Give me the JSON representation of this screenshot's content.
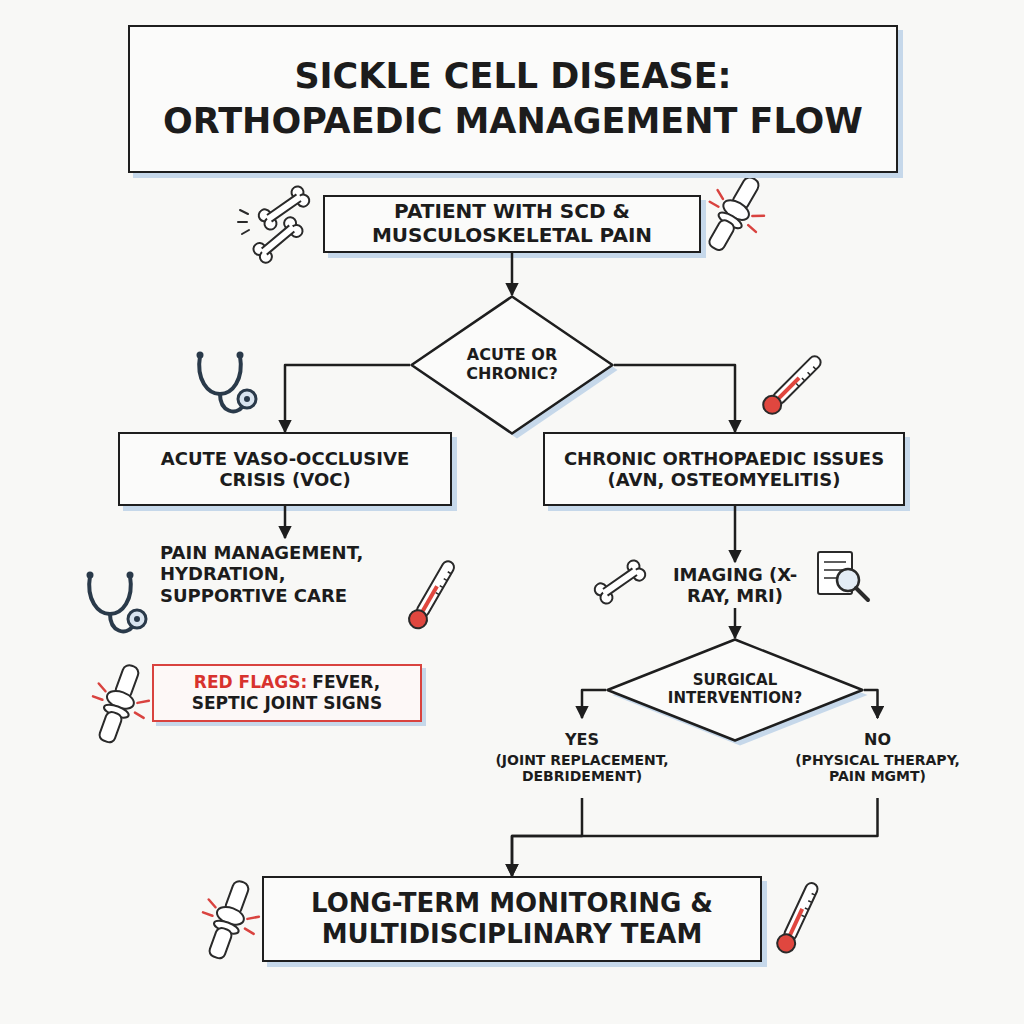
{
  "diagram": {
    "title": "SICKLE CELL DISEASE: ORTHOPAEDIC MANAGEMENT FLOW",
    "nodes": [
      {
        "text": [
          "PATIENT WITH SCD & MUSCULOSKELETAL PAIN"
        ]
      },
      {
        "text": [
          "ACUTE OR CHRONIC?"
        ]
      },
      {
        "text": [
          "ACUTE VASO-OCCLUSIVE CRISIS (VOC)"
        ]
      },
      {
        "text": [
          "CHRONIC ORTHOPAEDIC ISSUES (AVN, OSTEOMYELITIS)"
        ]
      },
      {
        "text": [
          "PAIN MANAGEMENT, HYDRATION, SUPPORTIVE CARE"
        ]
      },
      {
        "text": [
          "RED FLAGS:",
          "FEVER, SEPTIC JOINT SIGNS"
        ]
      },
      {
        "text": [
          "IMAGING (X-RAY, MRI)"
        ]
      },
      {
        "text": [
          "SURGICAL INTERVENTION?"
        ]
      },
      {
        "text": [
          "YES",
          "(JOINT REPLACEMENT, DEBRIDEMENT)"
        ]
      },
      {
        "text": [
          "NO",
          "(PHYSICAL THERAPY, PAIN MGMT)"
        ]
      },
      {
        "text": [
          "LONG-TERM MONITORING & MULTIDISCIPLINARY TEAM"
        ]
      }
    ],
    "edges": [
      {
        "from": 0,
        "to": 1,
        "arrow": "to"
      },
      {
        "from": 1,
        "to": 2,
        "arrow": "to"
      },
      {
        "from": 1,
        "to": 3,
        "arrow": "to"
      },
      {
        "from": 2,
        "to": 4,
        "arrow": "to"
      },
      {
        "from": 3,
        "to": 6,
        "arrow": "to"
      },
      {
        "from": 6,
        "to": 7,
        "arrow": "to"
      },
      {
        "from": 7,
        "to": 8,
        "arrow": "to"
      },
      {
        "from": 7,
        "to": 9,
        "arrow": "to"
      },
      {
        "from": 8,
        "to": 10,
        "arrow": "to"
      },
      {
        "from": 9,
        "to": 10,
        "arrow": "to"
      }
    ]
  }
}
